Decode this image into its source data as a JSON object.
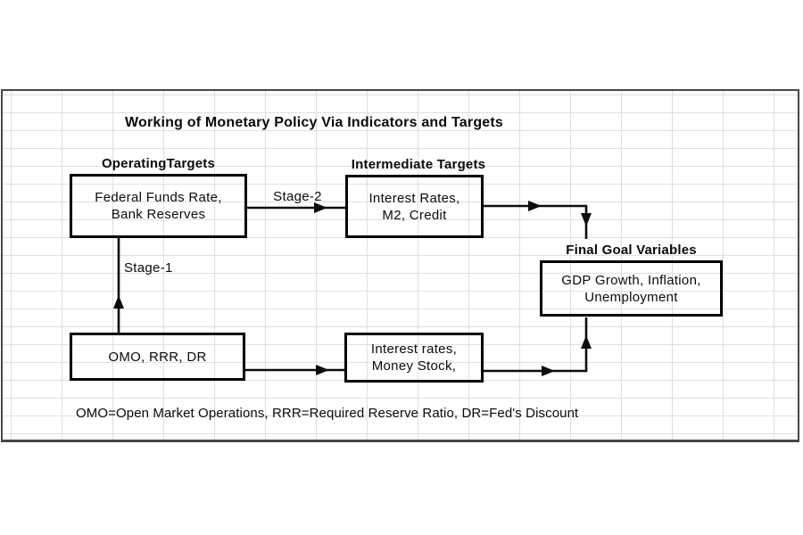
{
  "diagram": {
    "title": "Working of Monetary Policy Via Indicators and Targets",
    "section_labels": {
      "operating": "OperatingTargets",
      "intermediate": "Intermediate Targets",
      "final": "Final Goal Variables"
    },
    "boxes": {
      "operating_targets": {
        "line1": "Federal Funds Rate,",
        "line2": "Bank Reserves"
      },
      "intermediate_targets": {
        "line1": "Interest Rates,",
        "line2": "M2, Credit"
      },
      "final_goals": {
        "line1": "GDP Growth, Inflation,",
        "line2": "Unemployment"
      },
      "policy_instruments": {
        "line1": "OMO, RRR, DR"
      },
      "lower_intermediate": {
        "line1": "Interest rates,",
        "line2": "Money Stock,"
      }
    },
    "arrow_labels": {
      "stage1": "Stage-1",
      "stage2": "Stage-2"
    },
    "footnote": "OMO=Open Market Operations, RRR=Required Reserve Ratio, DR=Fed's Discount",
    "colors": {
      "box_border": "#000000",
      "frame_border": "#474747",
      "gridline": "#dedede",
      "text": "#0a0a0a",
      "background": "#ffffff"
    }
  }
}
